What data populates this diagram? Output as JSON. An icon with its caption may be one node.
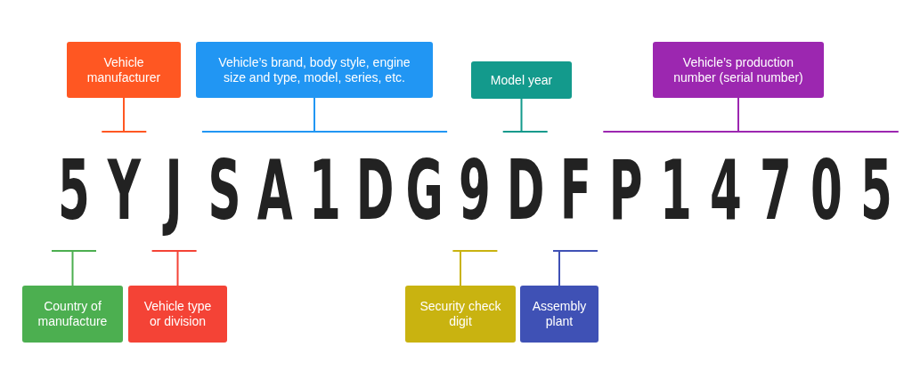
{
  "diagram": {
    "nodes": [
      {
        "text": [
          "Vehicle manufacturer"
        ]
      },
      {
        "text": [
          "Vehicle’s brand, body style, engine size and type, model, series, etc."
        ]
      },
      {
        "text": [
          "Model year"
        ]
      },
      {
        "text": [
          "Vehicle’s production number (serial number)"
        ]
      },
      {
        "text": [
          "5"
        ]
      },
      {
        "text": [
          "Y"
        ]
      },
      {
        "text": [
          "J"
        ]
      },
      {
        "text": [
          "S"
        ]
      },
      {
        "text": [
          "A"
        ]
      },
      {
        "text": [
          "1"
        ]
      },
      {
        "text": [
          "D"
        ]
      },
      {
        "text": [
          "G"
        ]
      },
      {
        "text": [
          "9"
        ]
      },
      {
        "text": [
          "D"
        ]
      },
      {
        "text": [
          "F"
        ]
      },
      {
        "text": [
          "P"
        ]
      },
      {
        "text": [
          "1"
        ]
      },
      {
        "text": [
          "4"
        ]
      },
      {
        "text": [
          "7"
        ]
      },
      {
        "text": [
          "0"
        ]
      },
      {
        "text": [
          "5"
        ]
      },
      {
        "text": [
          "Country of manufacture"
        ]
      },
      {
        "text": [
          "Vehicle type or division"
        ]
      },
      {
        "text": [
          "Security check digit"
        ]
      },
      {
        "text": [
          "Assembly plant"
        ]
      }
    ],
    "edges": [
      {
        "from": 0,
        "to": 5,
        "arrow": "none",
        "color": "#ff5722"
      },
      {
        "from": 1,
        "to": 7,
        "arrow": "none",
        "color": "#2196f3"
      },
      {
        "from": 1,
        "to": 8,
        "arrow": "none",
        "color": "#2196f3"
      },
      {
        "from": 1,
        "to": 9,
        "arrow": "none",
        "color": "#2196f3"
      },
      {
        "from": 1,
        "to": 10,
        "arrow": "none",
        "color": "#2196f3"
      },
      {
        "from": 1,
        "to": 11,
        "arrow": "none",
        "color": "#2196f3"
      },
      {
        "from": 2,
        "to": 13,
        "arrow": "none",
        "color": "#139a8c"
      },
      {
        "from": 3,
        "to": 15,
        "arrow": "none",
        "color": "#9c27b0"
      },
      {
        "from": 3,
        "to": 16,
        "arrow": "none",
        "color": "#9c27b0"
      },
      {
        "from": 3,
        "to": 17,
        "arrow": "none",
        "color": "#9c27b0"
      },
      {
        "from": 3,
        "to": 18,
        "arrow": "none",
        "color": "#9c27b0"
      },
      {
        "from": 3,
        "to": 19,
        "arrow": "none",
        "color": "#9c27b0"
      },
      {
        "from": 3,
        "to": 20,
        "arrow": "none",
        "color": "#9c27b0"
      },
      {
        "from": 21,
        "to": 4,
        "arrow": "none",
        "color": "#4caf50"
      },
      {
        "from": 22,
        "to": 6,
        "arrow": "none",
        "color": "#f44336"
      },
      {
        "from": 23,
        "to": 12,
        "arrow": "none",
        "color": "#c9b310"
      },
      {
        "from": 24,
        "to": 14,
        "arrow": "none",
        "color": "#3f51b5"
      }
    ]
  }
}
